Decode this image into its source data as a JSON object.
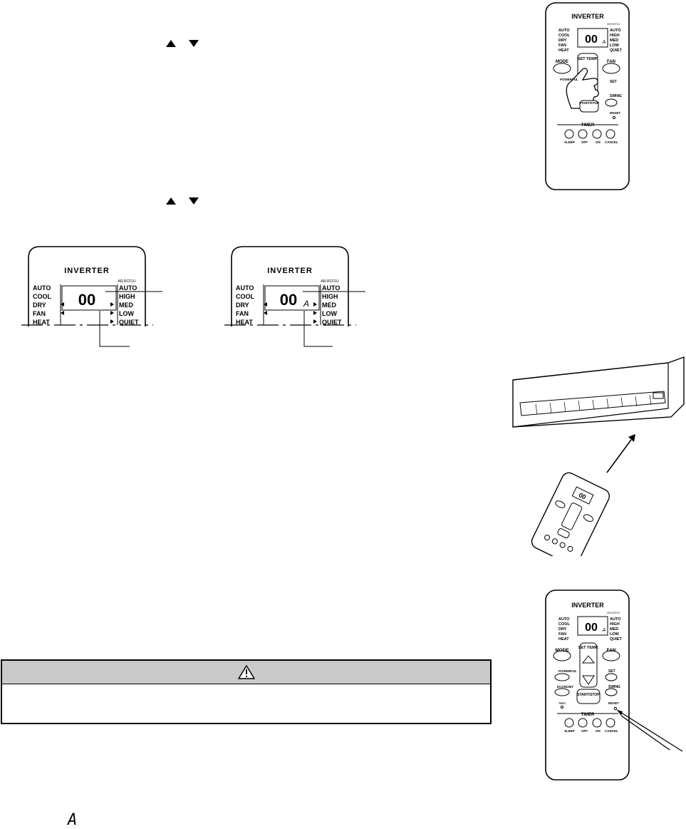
{
  "remote": {
    "brand": "INVERTER",
    "model": "AR-RCF1U",
    "modes": [
      "AUTO",
      "COOL",
      "DRY",
      "FAN",
      "HEAT"
    ],
    "fan_speeds": [
      "AUTO",
      "HIGH",
      "MED",
      "LOW",
      "QUIET"
    ],
    "display_code": "00",
    "display_suffix": "A",
    "buttons": {
      "mode": "MODE",
      "fan": "FAN",
      "set_temp": "SET TEMP.",
      "powerful": "POWERFUL",
      "set": "SET",
      "swing": "SWING",
      "economy": "ECONOMY",
      "start_stop": "START/STOP",
      "reset": "RESET",
      "test": "TEST",
      "timer": "TIMER",
      "sleep": "SLEEP",
      "off": "OFF",
      "on": "ON",
      "cancel": "CANCEL"
    }
  },
  "warning_icon": "warning-triangle-icon",
  "inline_symbol": "A"
}
